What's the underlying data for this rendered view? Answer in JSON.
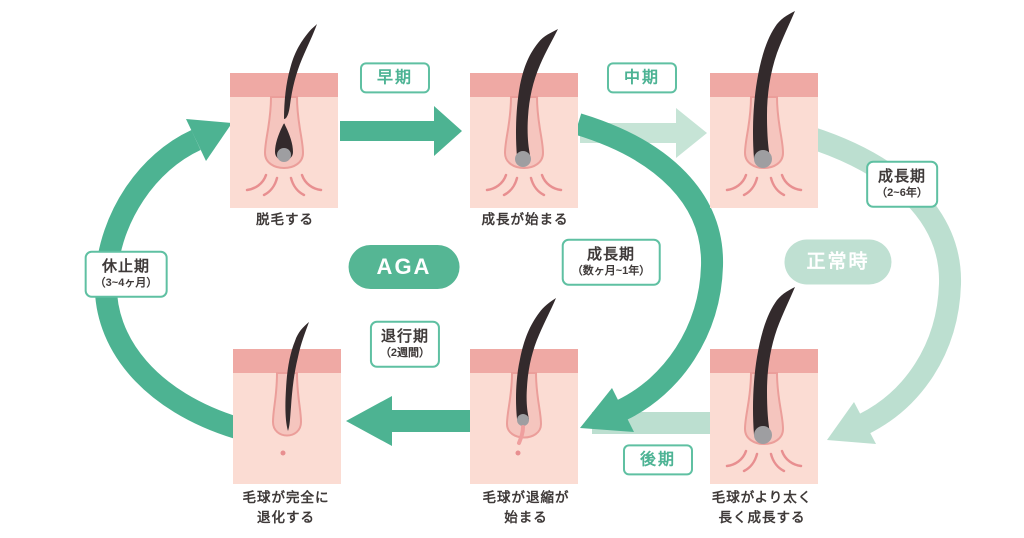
{
  "diagram": {
    "aga_badge": "AGA",
    "normal_badge": "正常時",
    "stages": {
      "early": "早期",
      "middle": "中期",
      "late": "後期"
    },
    "phases": {
      "rest": {
        "title": "休止期",
        "duration": "（3~4ヶ月）"
      },
      "growth_aga": {
        "title": "成長期",
        "duration": "（数ヶ月~1年）"
      },
      "growth_normal": {
        "title": "成長期",
        "duration": "（2~6年）"
      },
      "regression": {
        "title": "退行期",
        "duration": "（2週間）"
      }
    },
    "follicles": {
      "shed": {
        "caption_lines": [
          "脱毛する"
        ]
      },
      "growth_start": {
        "caption_lines": [
          "成長が始まる"
        ]
      },
      "normal_growth": {
        "caption_lines": []
      },
      "fully_regressed": {
        "caption_lines": [
          "毛球が完全に",
          "退化する"
        ]
      },
      "regression_start": {
        "caption_lines": [
          "毛球が退縮が",
          "始まる"
        ]
      },
      "thick_growth": {
        "caption_lines": [
          "毛球がより太く",
          "長く成長する"
        ]
      }
    },
    "colors": {
      "aga_accent": "#4db392",
      "normal_accent": "#bcdfd0",
      "label_border": "#5fc0a2",
      "label_text_teal": "#4db394",
      "text_dark": "#3f3a39",
      "skin_light": "#fbdcd3",
      "skin_band": "#efa9a4",
      "follicle_canal": "#f5c5be",
      "hair": "#332a2c",
      "bulb_gray": "#9e9ea1"
    }
  }
}
